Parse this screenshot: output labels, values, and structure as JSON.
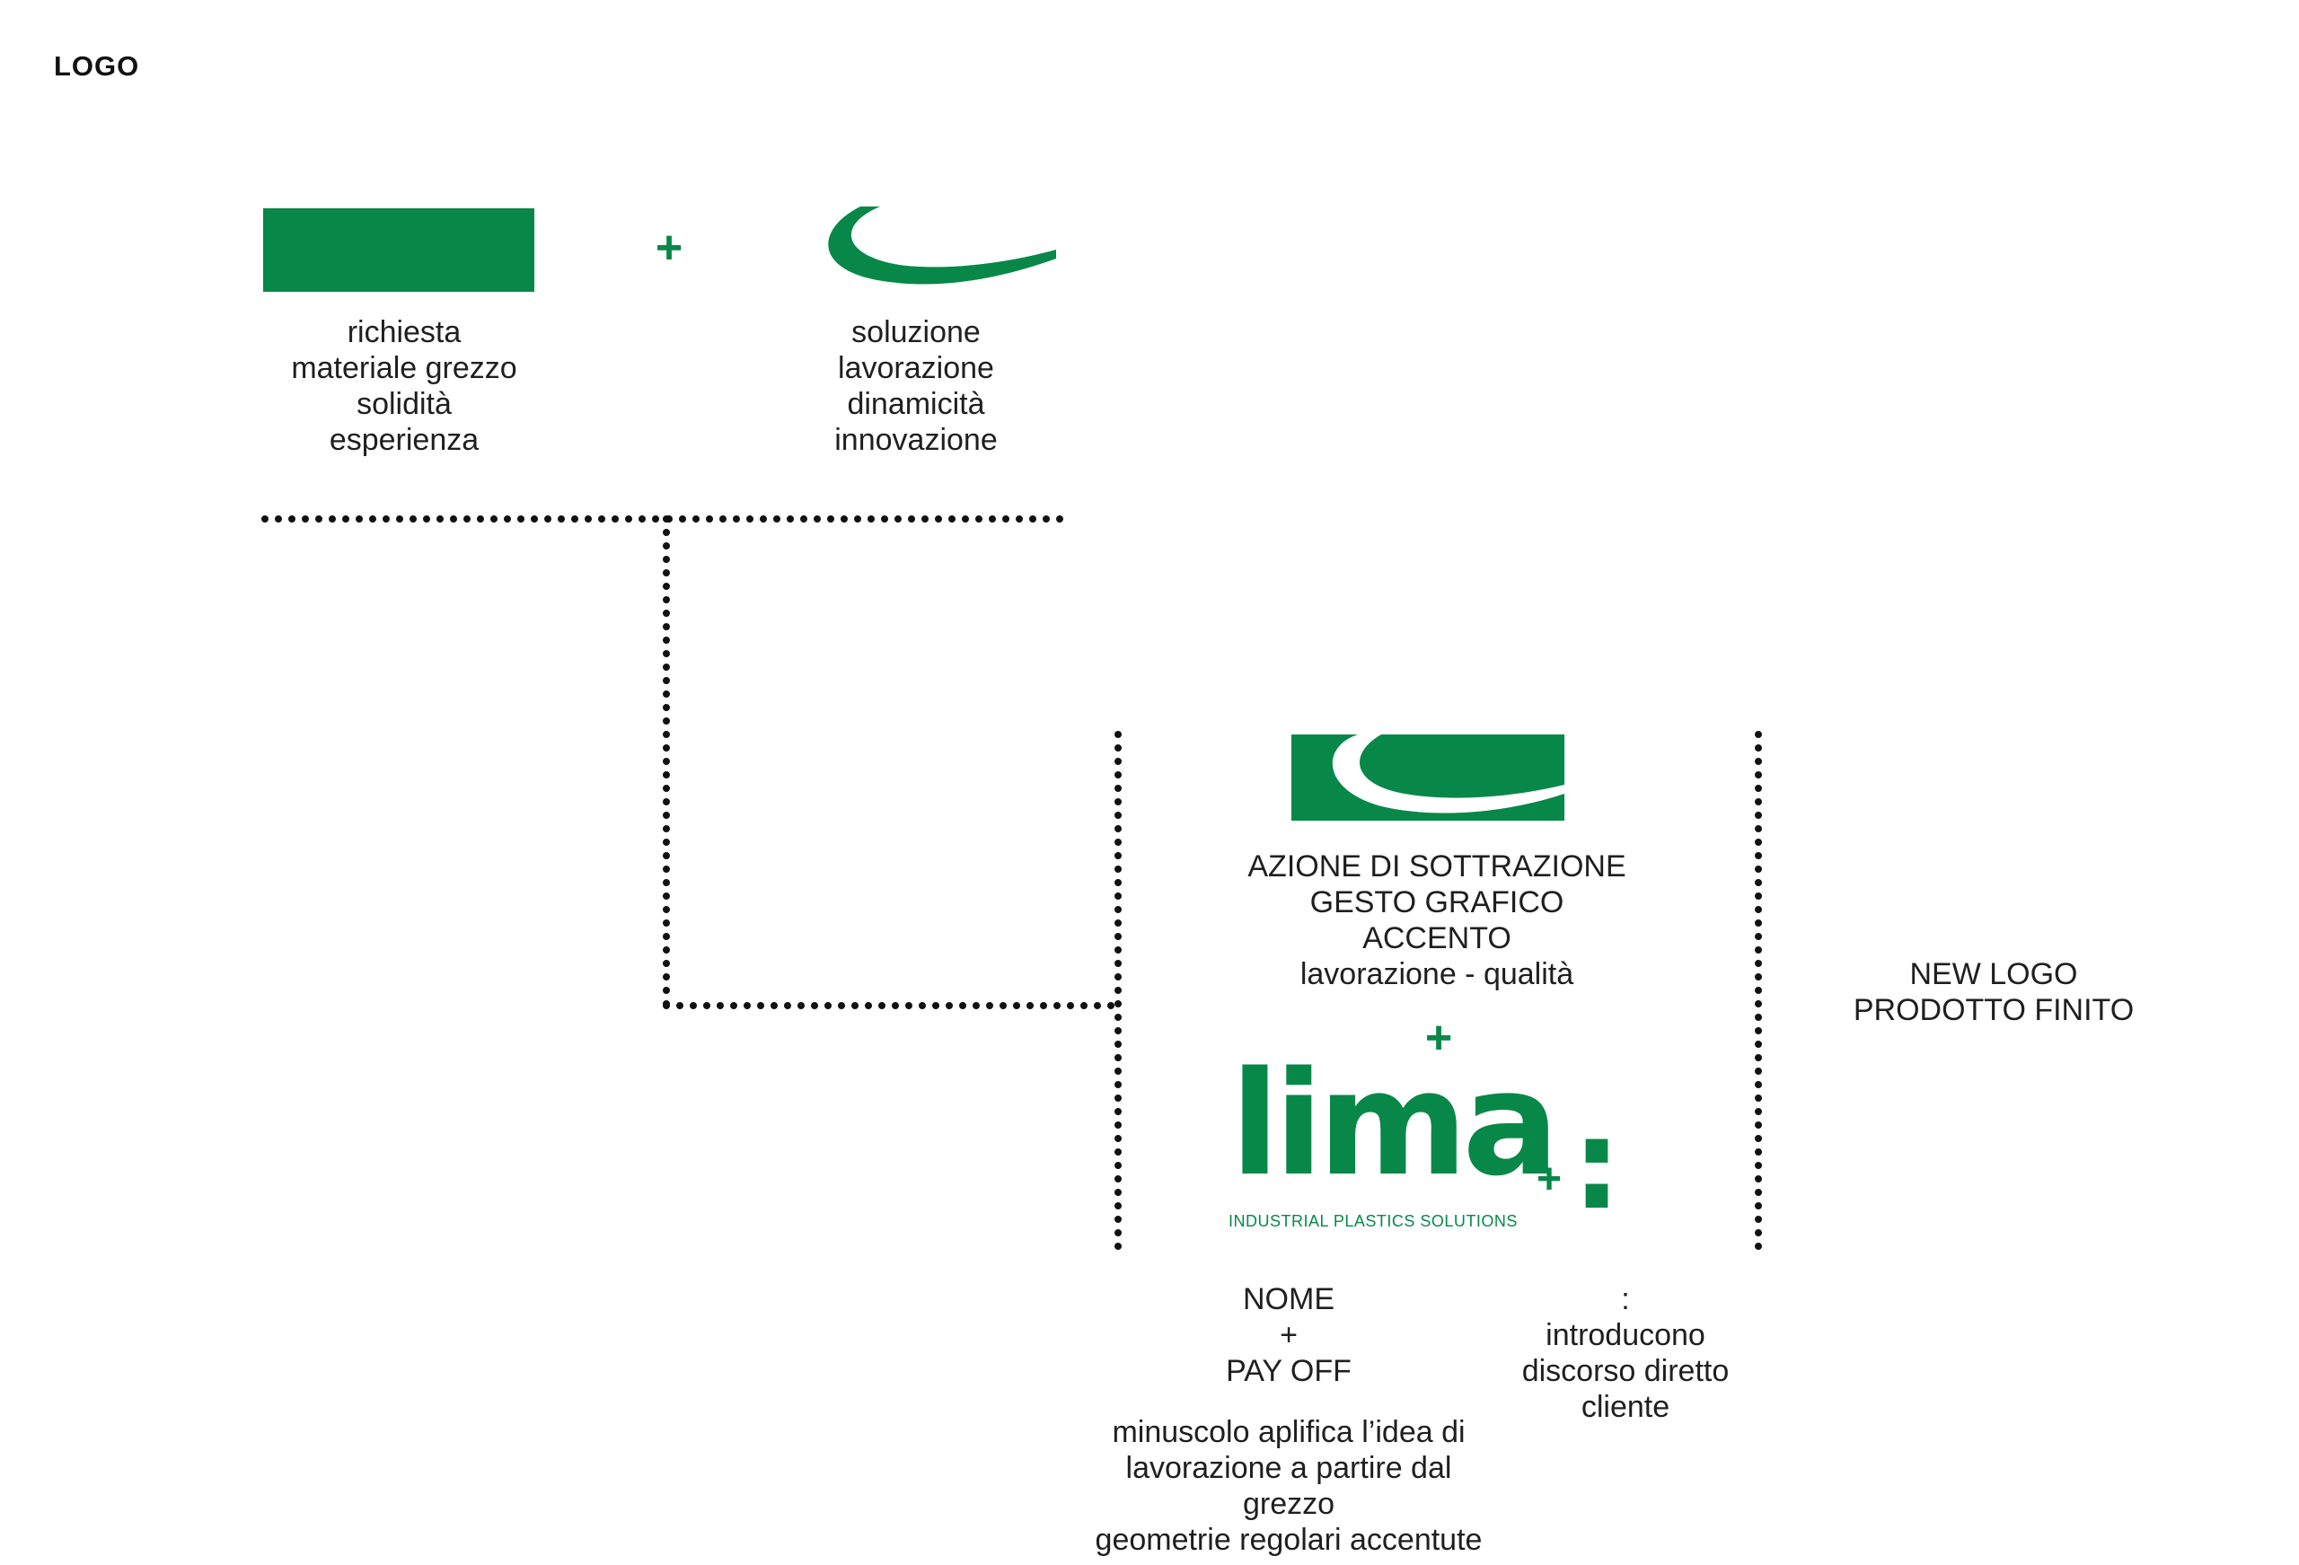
{
  "page": {
    "title": "LOGO"
  },
  "colors": {
    "brand_green": "#078848",
    "dots": "#111111",
    "text": "#1f1f1f"
  },
  "left_element": {
    "lines": [
      "richiesta",
      "materiale grezzo",
      "solidità",
      "esperienza"
    ]
  },
  "plus_symbol": "+",
  "right_element": {
    "lines": [
      "soluzione",
      "lavorazione",
      "dinamicità",
      "innovazione"
    ]
  },
  "combined_mark": {
    "lines": [
      "AZIONE DI SOTTRAZIONE",
      "GESTO GRAFICO",
      "ACCENTO",
      "lavorazione - qualità"
    ]
  },
  "wordmark": {
    "name": "lima",
    "plus": "+",
    "colon": ":",
    "payoff": "INDUSTRIAL PLASTICS SOLUTIONS"
  },
  "new_logo": {
    "lines": [
      "NEW LOGO",
      "PRODOTTO FINITO"
    ]
  },
  "name_note": {
    "lines": [
      "NOME",
      "+",
      "PAY OFF"
    ]
  },
  "lowercase_note": {
    "lines": [
      "minuscolo aplifica l’idea di",
      "lavorazione a partire dal",
      "grezzo",
      "geometrie regolari accentute"
    ]
  },
  "colon_note": {
    "lines": [
      ":",
      "introducono",
      "discorso diretto",
      "cliente"
    ]
  }
}
